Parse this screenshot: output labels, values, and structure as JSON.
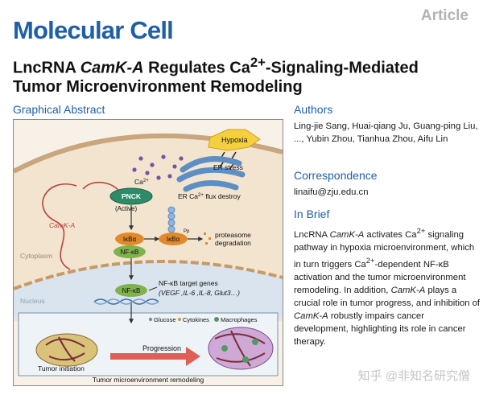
{
  "header": {
    "journal": "Molecular Cell",
    "article_type": "Article",
    "title_part1": "LncRNA ",
    "title_italic": "CamK-A",
    "title_part2": " Regulates Ca",
    "title_sup": "2+",
    "title_part3": "-Signaling-Mediated Tumor Microenvironment Remodeling"
  },
  "graphical_abstract": {
    "heading": "Graphical Abstract",
    "labels": {
      "hypoxia": "Hypoxia",
      "er_stress": "ER stress",
      "ca": "Ca",
      "ca_sup": "2+",
      "pnck": "PNCK",
      "active": "(Active)",
      "er_flux_pre": "ER Ca",
      "er_flux_sup": "2+",
      "er_flux_post": " flux destroy",
      "camka": "CamK-A",
      "ikba": "IκBα",
      "nfkb": "NF-κB",
      "pp": "Pp",
      "proteasome1": "proteasome",
      "proteasome2": "degradation",
      "cytoplasm": "Cytoplasm",
      "nucleus": "Nucleus",
      "target_genes": "NF-κB target genes",
      "genes_list": "(VEGF ,IL-6 ,IL-8, Glut3…)",
      "glucose": "Glucose",
      "cytokines": "Cytokines",
      "macrophages": "Macrophages",
      "progression": "Progression",
      "tumor_initiation": "Tumor initiation",
      "remodeling": "Tumor microenvironment remodeling"
    }
  },
  "authors": {
    "heading": "Authors",
    "text": "Ling-jie Sang, Huai-qiang Ju, Guang-ping Liu, ..., Yubin Zhou, Tianhua Zhou, Aifu Lin"
  },
  "correspondence": {
    "heading": "Correspondence",
    "email": "linaifu@zju.edu.cn"
  },
  "in_brief": {
    "heading": "In Brief",
    "t1": "LncRNA ",
    "i1": "CamK-A",
    "t2": " activates Ca",
    "s1": "2+",
    "t3": " signaling pathway in hypoxia microenvironment, which in turn triggers Ca",
    "s2": "2+",
    "t4": "-dependent NF-κB activation and the tumor microenvironment remodeling. In addition, ",
    "i2": "CamK-A",
    "t5": " plays a crucial role in tumor progress, and inhibition of ",
    "i3": "CamK-A",
    "t6": " robustly impairs cancer development, highlighting its role in cancer therapy."
  },
  "watermark": "知乎 @非知名研究僧",
  "colors": {
    "brand_blue": "#1f5fa8",
    "hypoxia_yellow": "#f4d03f",
    "pnck_green": "#2e8b6a",
    "ikba_orange": "#e08a2c",
    "nfkb_green": "#7fb14d",
    "er_blue": "#5d8fc4"
  }
}
